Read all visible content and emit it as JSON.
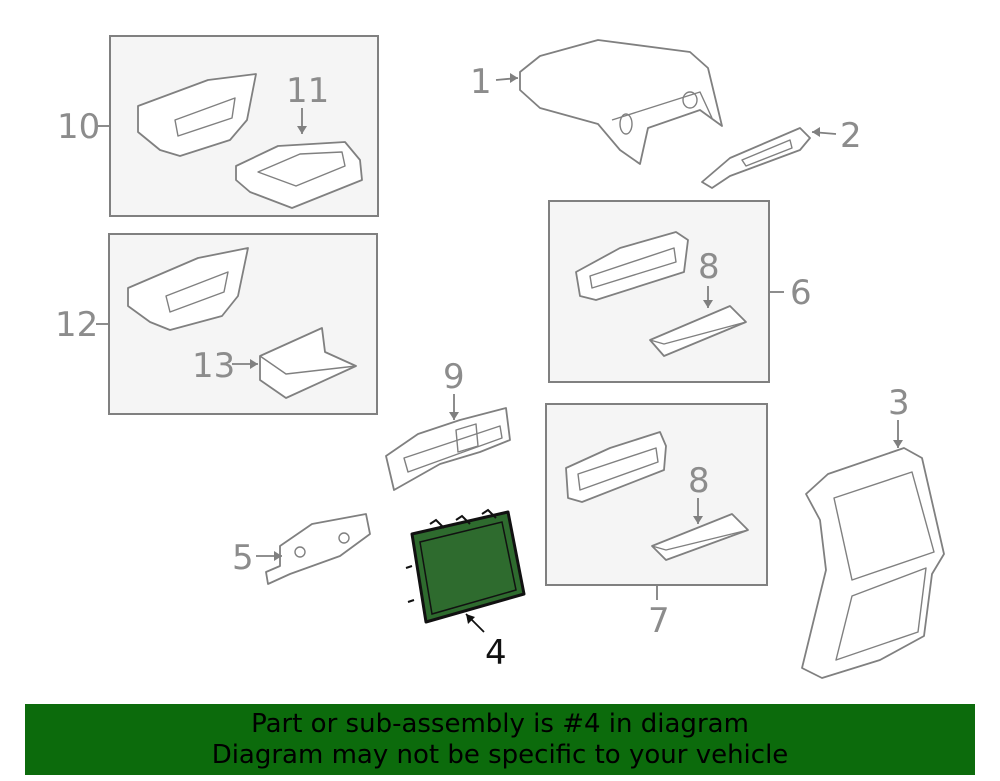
{
  "callouts": {
    "c1": "1",
    "c2": "2",
    "c3": "3",
    "c4": "4",
    "c5": "5",
    "c6": "6",
    "c7": "7",
    "c8a": "8",
    "c8b": "8",
    "c9": "9",
    "c10": "10",
    "c11": "11",
    "c12": "12",
    "c13": "13"
  },
  "highlight": {
    "part": "4",
    "fill_color": "#2e6b2e",
    "stroke_color": "#111111"
  },
  "banner": {
    "line1": "Part or sub-assembly is #4 in diagram",
    "line2": "Diagram may not be specific to your vehicle",
    "background": "#0c6b0c"
  }
}
